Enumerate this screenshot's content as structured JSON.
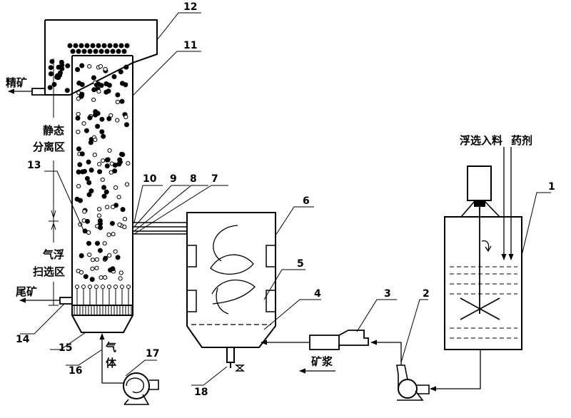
{
  "labels": {
    "jingkuang": "精矿",
    "static_zone": [
      "静态",
      "分离区"
    ],
    "float_zone": [
      "气浮",
      "扫选区"
    ],
    "weikuang": "尾矿",
    "gas": [
      "气",
      "体"
    ],
    "slurry": "矿浆",
    "feed": "浮选入料",
    "reagent": "药剂"
  },
  "part_numbers": {
    "n1": "1",
    "n2": "2",
    "n3": "3",
    "n4": "4",
    "n5": "5",
    "n6": "6",
    "n7": "7",
    "n8": "8",
    "n9": "9",
    "n10": "10",
    "n11": "11",
    "n12": "12",
    "n13": "13",
    "n14": "14",
    "n15": "15",
    "n16": "16",
    "n17": "17",
    "n18": "18"
  }
}
